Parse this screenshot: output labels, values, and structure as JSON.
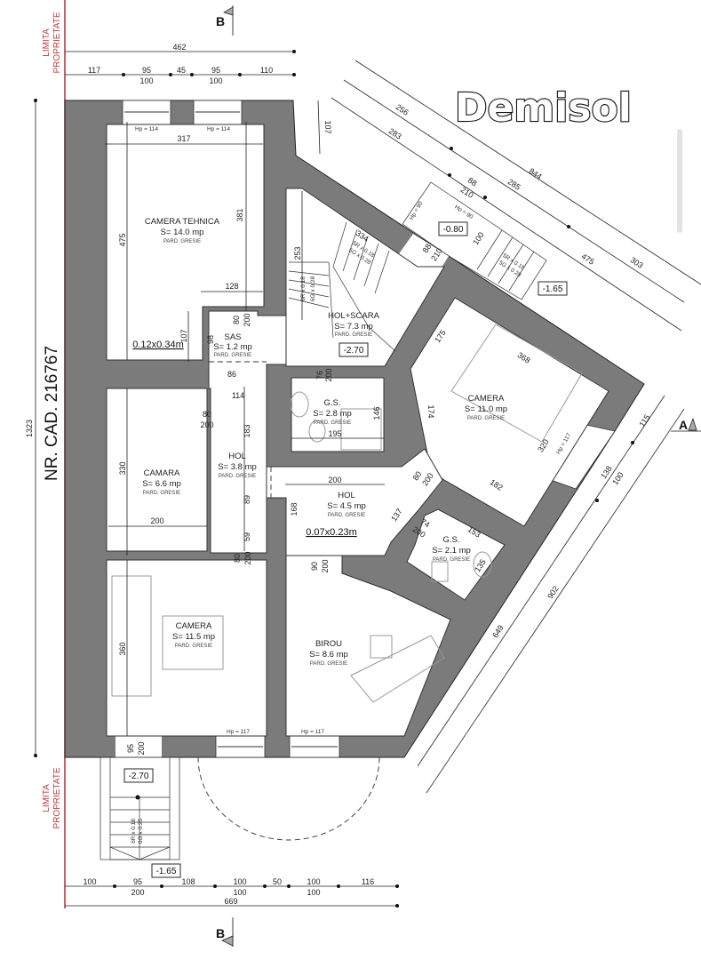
{
  "title": "Demisol",
  "property_limit": {
    "line1": "LIMITA",
    "line2": "PROPRIETATE"
  },
  "cadastral": "NR. CAD. 216767",
  "sections": {
    "b": "B",
    "a": "A"
  },
  "rooms": [
    {
      "name": "CAMERA TEHNICA",
      "area": "S= 14.0 mp",
      "floor": "PARD. GRESIE"
    },
    {
      "name": "SAS",
      "area": "S= 1.2 mp",
      "floor": "PARD. GRESIE"
    },
    {
      "name": "HOL+SCARA",
      "area": "S= 7.3 mp",
      "floor": "PARD. GRESIE"
    },
    {
      "name": "G.S.",
      "area": "S= 2.8 mp",
      "floor": "PARD. GRESIE"
    },
    {
      "name": "CAMERA",
      "area": "S= 11.0 mp",
      "floor": "PARD. GRESIE"
    },
    {
      "name": "CAMARA",
      "area": "S= 6.6 mp",
      "floor": "PARD. GRESIE"
    },
    {
      "name": "HOL",
      "area": "S= 3.8 mp",
      "floor": "PARD. GRESIE"
    },
    {
      "name": "HOL",
      "area": "S= 4.5 mp",
      "floor": "PARD. GRESIE"
    },
    {
      "name": "G.S.",
      "area": "S= 2.1 mp",
      "floor": "PARD. GRESIE"
    },
    {
      "name": "CAMERA",
      "area": "S= 11.5 mp",
      "floor": "PARD. GRESIE"
    },
    {
      "name": "BIROU",
      "area": "S= 8.6 mp",
      "floor": "PARD. GRESIE"
    }
  ],
  "levels": [
    "-0.80",
    "-1.65",
    "-2.70",
    "-2.70",
    "-1.65"
  ],
  "openings": [
    "0.12x0.34m",
    "0.07x0.23m"
  ],
  "sill_heights": [
    "Hp = 114",
    "Hp = 114",
    "Hp = 117",
    "Hp = 117",
    "Hp = 90",
    "Hp = 90",
    "Hp = 117"
  ],
  "stairs": [
    "6R x 0.18",
    "6G x 0.28",
    "5R x 0.18",
    "5G x 0.28",
    "5R x 0.18",
    "5G x 0.28",
    "6R x 0.18",
    "6G x 0.25"
  ],
  "dimensions": {
    "top": [
      "462",
      "117",
      "95",
      "100",
      "45",
      "95",
      "100",
      "110"
    ],
    "bottom": [
      "100",
      "95",
      "200",
      "108",
      "100",
      "100",
      "50",
      "100",
      "100",
      "116",
      "669"
    ],
    "left": "1323",
    "exterior": [
      "256",
      "283",
      "844",
      "285",
      "475",
      "303",
      "88",
      "210",
      "107",
      "115",
      "138",
      "100",
      "649",
      "902"
    ],
    "interior": [
      "317",
      "475",
      "381",
      "128",
      "107",
      "98",
      "80",
      "200",
      "253",
      "334",
      "86",
      "114",
      "76",
      "200",
      "146",
      "195",
      "80",
      "200",
      "183",
      "89",
      "59",
      "80",
      "200",
      "330",
      "200",
      "200",
      "168",
      "90",
      "200",
      "137",
      "74",
      "200",
      "153",
      "135",
      "175",
      "368",
      "174",
      "80",
      "200",
      "182",
      "320",
      "88",
      "210",
      "100",
      "95",
      "200",
      "360"
    ]
  },
  "colors": {
    "wall": "#7b7b7b",
    "property_line": "#c0393b",
    "background": "#ffffff"
  }
}
